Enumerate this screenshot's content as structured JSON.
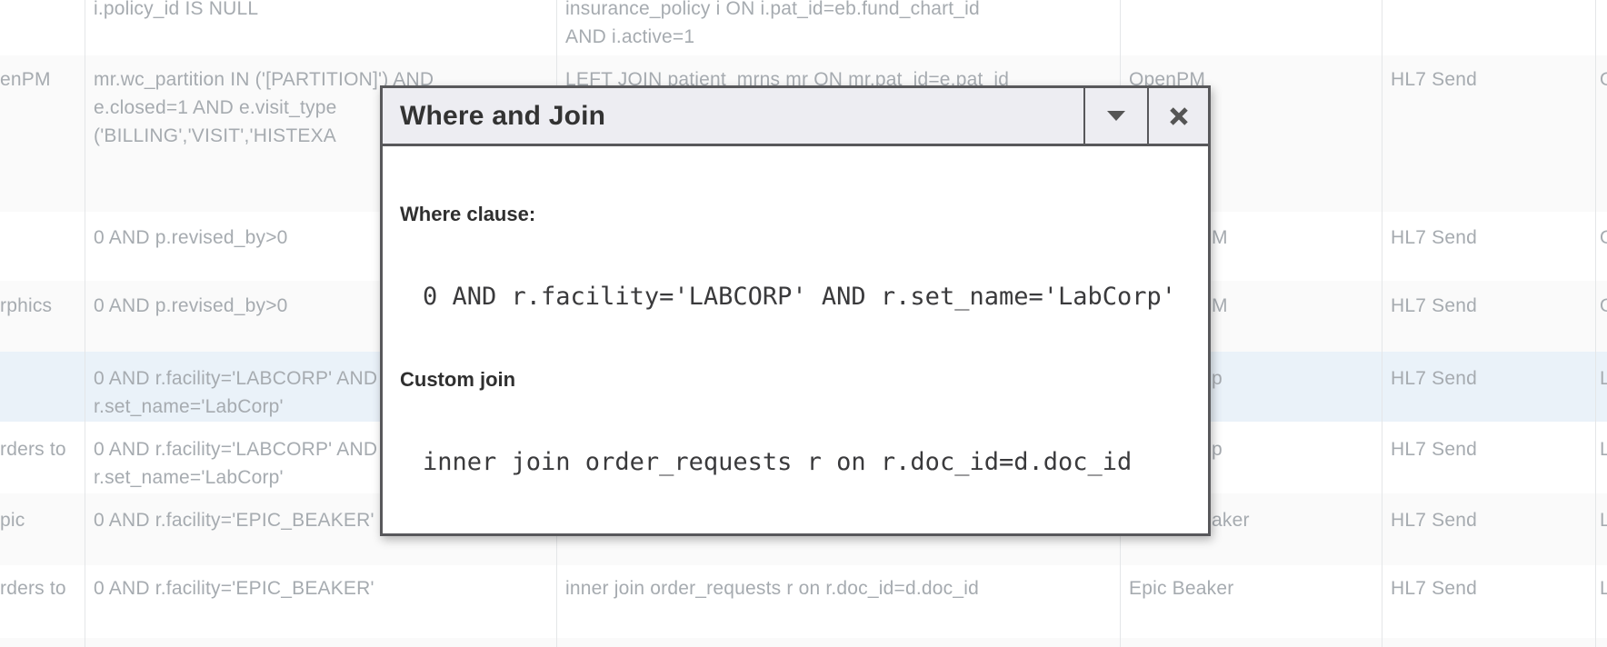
{
  "modal": {
    "title": "Where and Join",
    "where_label": "Where clause:",
    "where_clause": "0 AND r.facility='LABCORP' AND r.set_name='LabCorp'",
    "join_label": "Custom join",
    "custom_join": "inner join order_requests r on r.doc_id=d.doc_id"
  },
  "table": {
    "rows": [
      {
        "bg": "white",
        "h": 61,
        "pad": -6,
        "cells": [
          {
            "col": "b",
            "lines": [
              "i.policy_id IS NULL"
            ]
          },
          {
            "col": "c",
            "lines": [
              "insurance_policy i ON i.pat_id=eb.fund_chart_id",
              "AND i.active=1"
            ]
          }
        ]
      },
      {
        "bg": "alt",
        "h": 172,
        "pad": 11,
        "cells": [
          {
            "col": "a",
            "lines": [
              "enPM"
            ]
          },
          {
            "col": "b",
            "lines": [
              "mr.wc_partition IN ('[PARTITION]') AND",
              "e.closed=1 AND e.visit_type",
              "('BILLING','VISIT','HISTEXA"
            ]
          },
          {
            "col": "c",
            "lines": [
              "LEFT JOIN patient_mrns mr ON mr.pat_id=e.pat_id"
            ]
          },
          {
            "col": "d",
            "lines": [
              "OpenPM"
            ]
          },
          {
            "col": "e",
            "lines": [
              "HL7 Send"
            ]
          },
          {
            "col": "f",
            "lines": [
              "O"
            ]
          }
        ]
      },
      {
        "bg": "white",
        "h": 76,
        "pad": 13,
        "cells": [
          {
            "col": "b",
            "lines": [
              "0 AND p.revised_by>0"
            ]
          },
          {
            "col": "d-frag",
            "lines": [
              "M"
            ]
          },
          {
            "col": "e",
            "lines": [
              "HL7 Send"
            ]
          },
          {
            "col": "f",
            "lines": [
              "O"
            ]
          }
        ]
      },
      {
        "bg": "alt",
        "h": 78,
        "pad": 12,
        "cells": [
          {
            "col": "a",
            "lines": [
              "rphics"
            ]
          },
          {
            "col": "b",
            "lines": [
              "0 AND p.revised_by>0"
            ]
          },
          {
            "col": "d-frag",
            "lines": [
              "M"
            ]
          },
          {
            "col": "e",
            "lines": [
              "HL7 Send"
            ]
          },
          {
            "col": "f",
            "lines": [
              "O"
            ]
          }
        ]
      },
      {
        "bg": "sel",
        "h": 77,
        "pad": 14,
        "cells": [
          {
            "col": "b",
            "lines": [
              "0 AND r.facility='LABCORP' AND",
              "r.set_name='LabCorp'"
            ]
          },
          {
            "col": "d-frag",
            "lines": [
              "p"
            ]
          },
          {
            "col": "e",
            "lines": [
              "HL7 Send"
            ]
          },
          {
            "col": "f",
            "lines": [
              "L"
            ]
          }
        ]
      },
      {
        "bg": "white",
        "h": 79,
        "pad": 15,
        "cells": [
          {
            "col": "a",
            "lines": [
              "rders to"
            ]
          },
          {
            "col": "b",
            "lines": [
              "0 AND r.facility='LABCORP' AND",
              "r.set_name='LabCorp'"
            ]
          },
          {
            "col": "d-frag",
            "lines": [
              "p"
            ]
          },
          {
            "col": "e",
            "lines": [
              "HL7 Send"
            ]
          },
          {
            "col": "f",
            "lines": [
              "L"
            ]
          }
        ]
      },
      {
        "bg": "alt",
        "h": 79,
        "pad": 14,
        "cells": [
          {
            "col": "a",
            "lines": [
              "pic"
            ]
          },
          {
            "col": "b",
            "lines": [
              "0 AND r.facility='EPIC_BEAKER'"
            ]
          },
          {
            "col": "d-frag",
            "lines": [
              "aker"
            ]
          },
          {
            "col": "e",
            "lines": [
              "HL7 Send"
            ]
          },
          {
            "col": "f",
            "lines": [
              "L"
            ]
          }
        ]
      },
      {
        "bg": "white",
        "h": 80,
        "pad": 10,
        "cells": [
          {
            "col": "a",
            "lines": [
              "rders to"
            ]
          },
          {
            "col": "b",
            "lines": [
              "0 AND r.facility='EPIC_BEAKER'"
            ]
          },
          {
            "col": "c",
            "lines": [
              "inner join order_requests r on r.doc_id=d.doc_id"
            ]
          },
          {
            "col": "d",
            "lines": [
              "Epic Beaker"
            ]
          },
          {
            "col": "e",
            "lines": [
              "HL7 Send"
            ]
          },
          {
            "col": "f",
            "lines": [
              "L"
            ]
          }
        ]
      },
      {
        "bg": "alt",
        "h": 10,
        "pad": 0,
        "cells": []
      }
    ]
  },
  "colors": {
    "selected_row": "#eaf2f9",
    "alt_row": "#fafafa",
    "grid_line": "#e4e6e8",
    "table_text": "#a6abb0",
    "modal_border": "#58585b",
    "modal_header_bg": "#ededf2",
    "modal_text": "#333333"
  }
}
